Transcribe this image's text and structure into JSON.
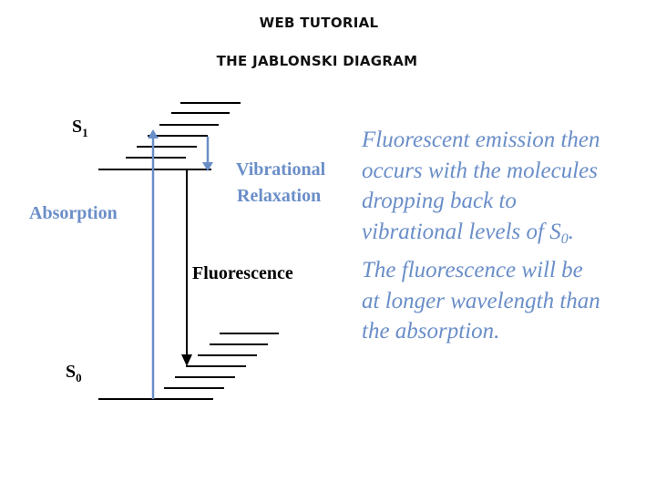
{
  "header": {
    "tutorial": "WEB TUTORIAL",
    "title": "THE JABLONSKI DIAGRAM"
  },
  "diagram": {
    "s1_letter": "S",
    "s1_sub": "1",
    "s0_letter": "S",
    "s0_sub": "0",
    "absorption": "Absorption",
    "vibrational": "Vibrational",
    "relaxation": "Relaxation",
    "fluorescence": "Fluorescence"
  },
  "note": {
    "line1": "Fluorescent emission then",
    "line2": "occurs with the molecules",
    "line3": "dropping back to",
    "line4_pre": "vibrational levels of S",
    "line4_sub": "0",
    "line4_post": ".",
    "line5": "The fluorescence will be",
    "line6": "at longer wavelength than",
    "line7": "the absorption."
  },
  "colors": {
    "accent_blue": "#6a8ec8",
    "line_black": "#000000",
    "background": "#ffffff"
  }
}
